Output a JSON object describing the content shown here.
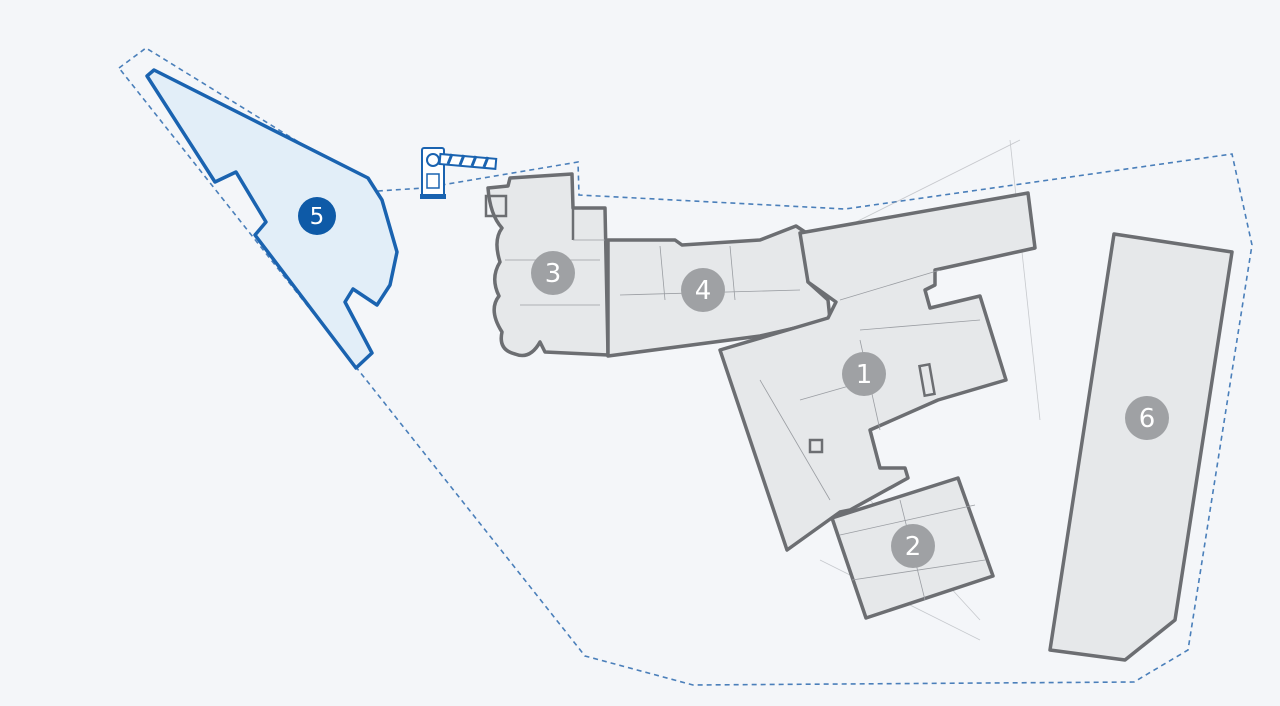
{
  "map": {
    "colors": {
      "background": "#f4f6f9",
      "building_fill": "#e6e8ea",
      "building_stroke": "#6c6e72",
      "highlight_fill": "#e2eef8",
      "highlight_stroke": "#1a63b0",
      "boundary": "#4a7fba",
      "marker": "#9fa1a4",
      "marker_highlight": "#0e5aa7"
    },
    "selected_building": "5",
    "buildings": [
      {
        "id": "1",
        "label": "1"
      },
      {
        "id": "2",
        "label": "2"
      },
      {
        "id": "3",
        "label": "3"
      },
      {
        "id": "4",
        "label": "4"
      },
      {
        "id": "5",
        "label": "5"
      },
      {
        "id": "6",
        "label": "6"
      }
    ],
    "gate_icon": "barrier-gate-icon"
  }
}
